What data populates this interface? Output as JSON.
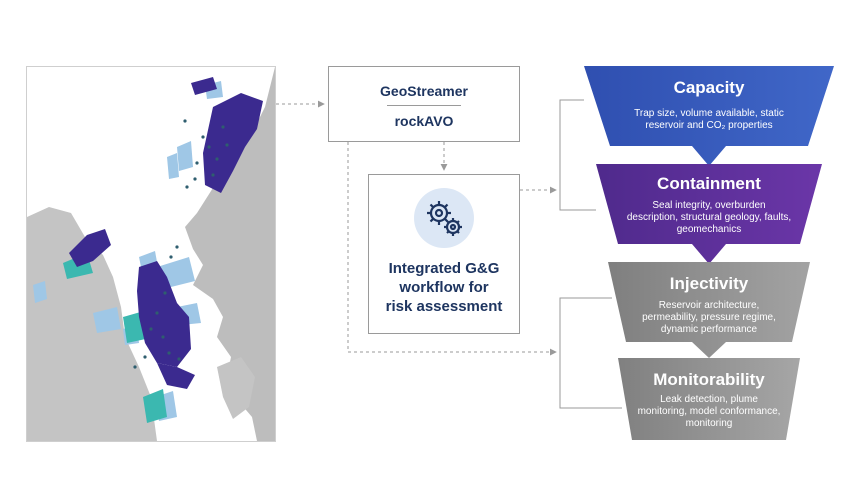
{
  "source": {
    "line1": "GeoStreamer",
    "line2": "rockAVO"
  },
  "workflow": {
    "line1": "Integrated G&G",
    "line2": "workflow for",
    "line3": "risk assessment"
  },
  "funnel": [
    {
      "title": "Capacity",
      "desc": [
        "Trap size, volume available, static",
        "reservoir and CO₂ properties"
      ],
      "color": "#3559b7"
    },
    {
      "title": "Containment",
      "desc": [
        "Seal integrity, overburden",
        "description, structural geology, faults,",
        "geomechanics"
      ],
      "color": "#5b2d96"
    },
    {
      "title": "Injectivity",
      "desc": [
        "Reservoir architecture,",
        "permeability, pressure regime,",
        "dynamic performance"
      ],
      "color": "#8c8c8c"
    },
    {
      "title": "Monitorability",
      "desc": [
        "Leak detection, plume",
        "monitoring, model conformance,",
        "monitoring"
      ],
      "color": "#8c8c8c"
    }
  ],
  "colors": {
    "navy_text": "#1e3560",
    "land": "#bdbdbd",
    "survey_dark": "#3b2a8f",
    "survey_light": "#9fc7e6",
    "survey_teal": "#3bb8b0"
  }
}
